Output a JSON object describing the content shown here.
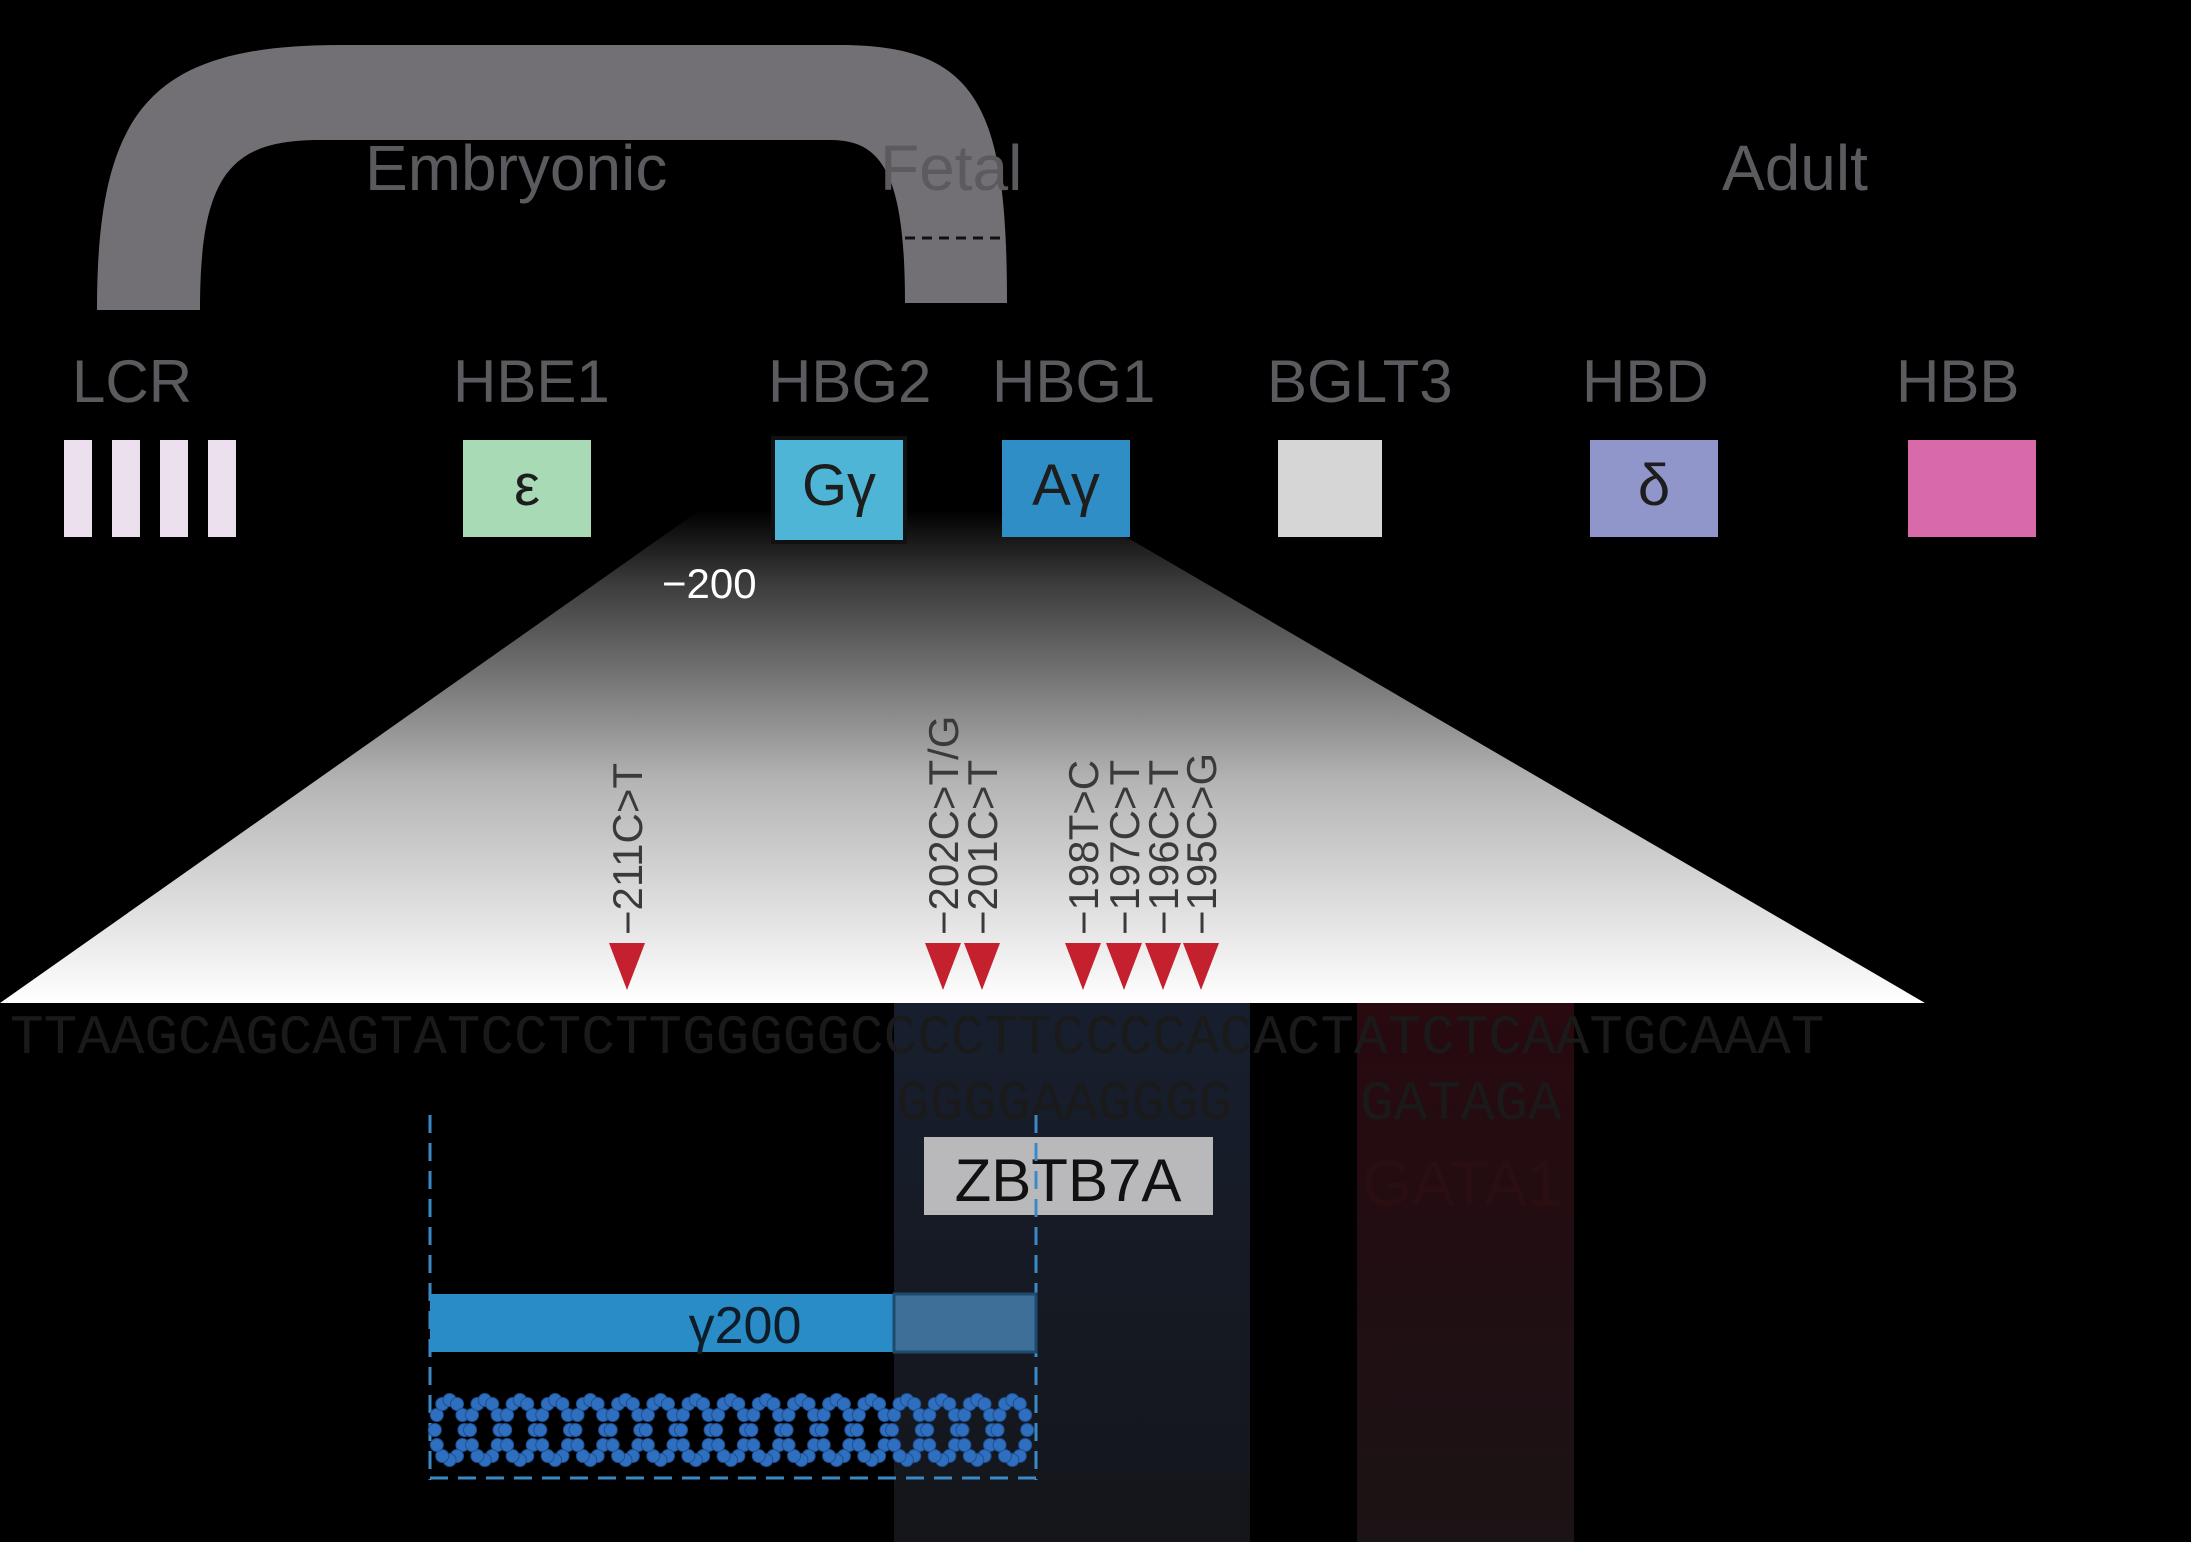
{
  "stages": {
    "embryonic": "Embryonic",
    "fetal": "Fetal",
    "adult": "Adult"
  },
  "genes": [
    {
      "name": "LCR",
      "symbol": "",
      "color": "#ece0ef"
    },
    {
      "name": "HBE1",
      "symbol": "ε",
      "color": "#a9dab6"
    },
    {
      "name": "HBG2",
      "symbol": "Gγ",
      "color": "#4fb5d6"
    },
    {
      "name": "HBG1",
      "symbol": "Aγ",
      "color": "#2e8ec5"
    },
    {
      "name": "BGLT3",
      "symbol": "",
      "color": "#d6d6d6"
    },
    {
      "name": "HBD",
      "symbol": "δ",
      "color": "#9096c9"
    },
    {
      "name": "HBB",
      "symbol": "",
      "color": "#d86aa9"
    }
  ],
  "promoter_position": "−200",
  "mutations": [
    "−211C>T",
    "−202C>T/G",
    "−201C>T",
    "−198T>C",
    "−197C>T",
    "−196C>T",
    "−195C>G"
  ],
  "sequence": {
    "top": "TTAAGCAGCAGTATCCTCTTGGGGGCCCCTTCCCCACACTATCTCAATGCAAAT",
    "zbtb7a_motif": "GGGGAAGGGG",
    "gata1_motif": "GATAGA"
  },
  "factors": {
    "zbtb7a": "ZBTB7A",
    "gata1": "GATA1"
  },
  "construct": {
    "label": "γ200"
  },
  "colors": {
    "arc": "#737075",
    "mutation": "#c4202e",
    "construct_bar": "#2a8cc6",
    "factor_box": "#b9b9bb",
    "dots": "#2f6fc0"
  }
}
